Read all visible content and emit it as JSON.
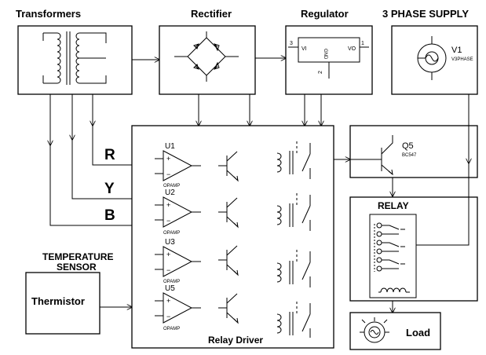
{
  "headings": {
    "transformers": "Transformers",
    "rectifier": "Rectifier",
    "regulator": "Regulator",
    "supply": "3 PHASE SUPPLY",
    "temperature_line1": "TEMPERATURE",
    "temperature_line2": "SENSOR",
    "thermistor": "Thermistor",
    "relay_driver": "Relay Driver",
    "relay": "RELAY",
    "load": "Load"
  },
  "phases": [
    "R",
    "Y",
    "B"
  ],
  "regulator_pins": {
    "vi": "VI",
    "vo": "VO",
    "gnd": "GND",
    "pin1": "1",
    "pin2": "2",
    "pin3": "3"
  },
  "supply_source": {
    "ref": "V1",
    "model": "V3PHASE"
  },
  "transistor_q5": {
    "ref": "Q5",
    "model": "BC547"
  },
  "opamps": [
    {
      "ref": "U1",
      "model": "OPAMP"
    },
    {
      "ref": "U2",
      "model": "OPAMP"
    },
    {
      "ref": "U3",
      "model": "OPAMP"
    },
    {
      "ref": "U5",
      "model": "OPAMP"
    }
  ],
  "opamp_pins": {
    "plus": "+",
    "minus": "−"
  }
}
